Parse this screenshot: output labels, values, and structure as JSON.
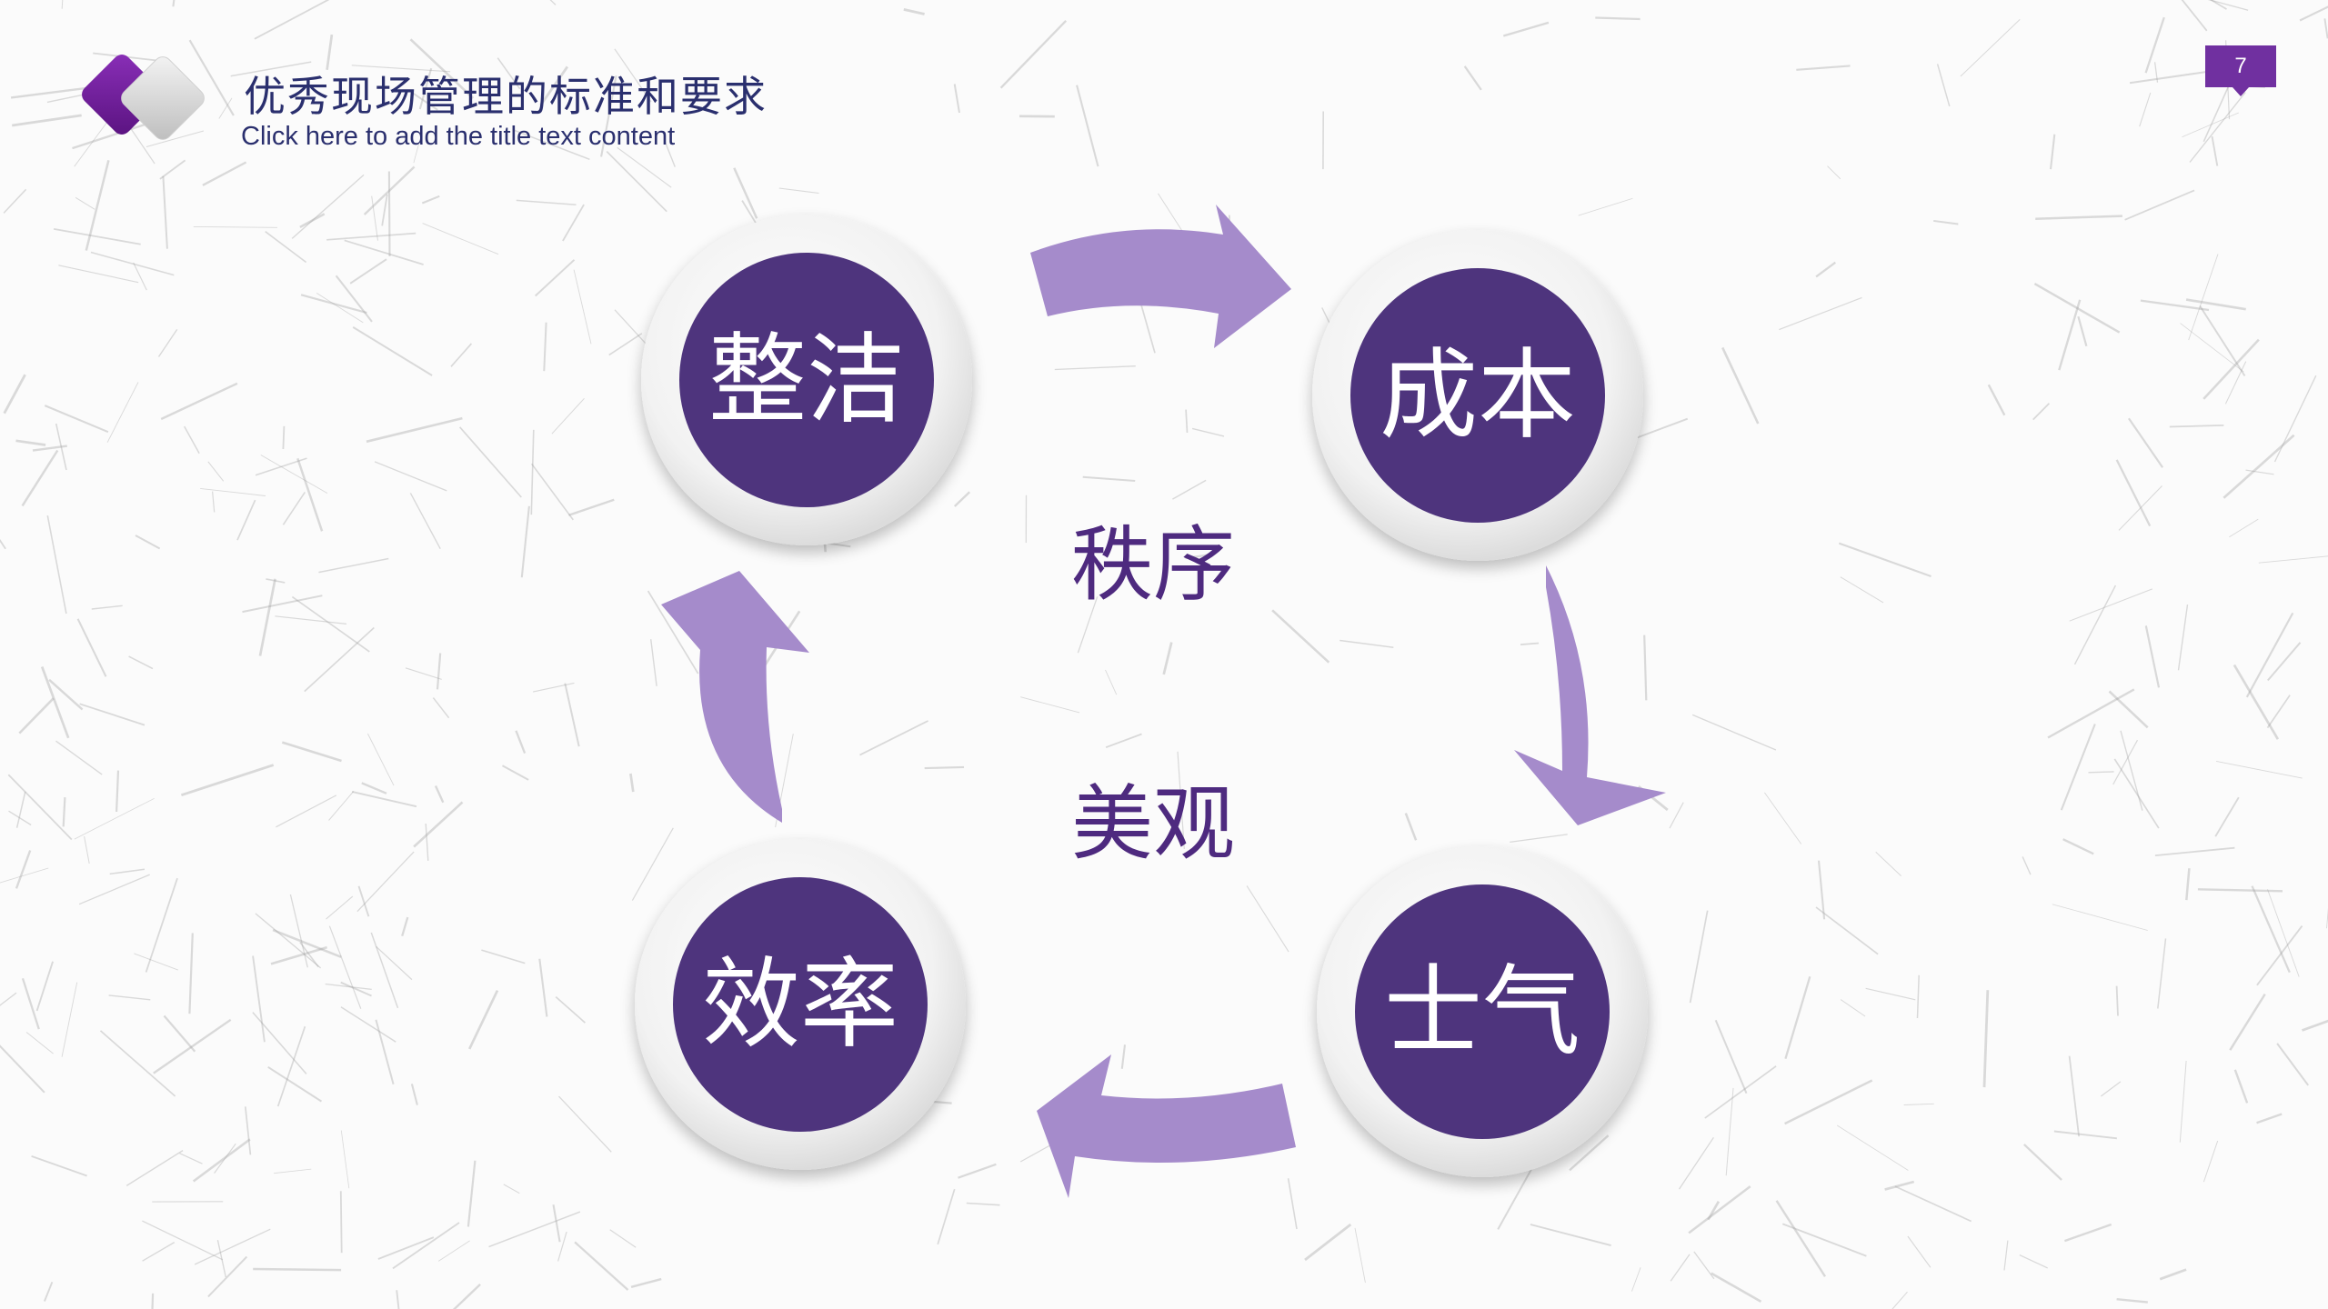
{
  "header": {
    "title": "优秀现场管理的标准和要求",
    "subtitle": "Click here to add the title text content"
  },
  "page_number": "7",
  "cycle": {
    "nodes": [
      "整洁",
      "成本",
      "士气",
      "效率"
    ],
    "center_top": "秩序",
    "center_bottom": "美观"
  },
  "colors": {
    "circle_fill": "#4e347d",
    "ring_fill": "#f3f3f3",
    "arrow_fill": "#a58bcb",
    "title_text": "#2a2f6e",
    "badge": "#7030a0",
    "logo_purple": "#6f1f95"
  },
  "icons": {
    "logo": "diamond-logo-icon",
    "arrows": "curved-arrow-icon"
  }
}
